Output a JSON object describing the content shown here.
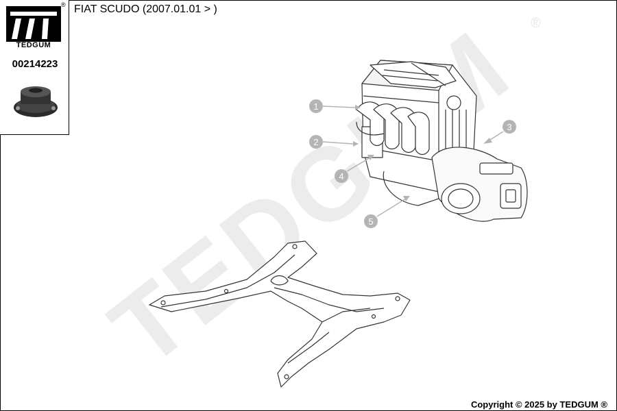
{
  "header": {
    "title": "FIAT SCUDO (2007.01.01 > )"
  },
  "logo": {
    "brand": "TEDGUM",
    "registered": "®",
    "part_number": "00214223"
  },
  "watermark": {
    "text": "TEDGUM",
    "registered": "®"
  },
  "callouts": [
    "1",
    "2",
    "3",
    "4",
    "5"
  ],
  "footer": {
    "copyright": "Copyright © 2025 by TEDGUM ®"
  },
  "colors": {
    "line": "#333333",
    "watermark": "#ececec",
    "callout": "#b4b4b4"
  }
}
